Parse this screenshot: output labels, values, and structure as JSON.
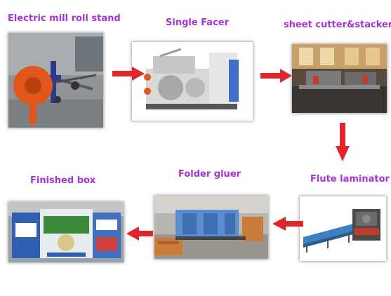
{
  "steps": {
    "mill_roll_stand": {
      "label": "Electric mill roll stand"
    },
    "single_facer": {
      "label": "Single Facer"
    },
    "sheet_cutter": {
      "label": "sheet cutter&stacker"
    },
    "flute_laminator": {
      "label": "Flute laminator"
    },
    "folder_gluer": {
      "label": "Folder gluer"
    },
    "finished_box": {
      "label": "Finished box"
    }
  },
  "colors": {
    "label": "#a533d6",
    "arrow": "#e0262a"
  }
}
